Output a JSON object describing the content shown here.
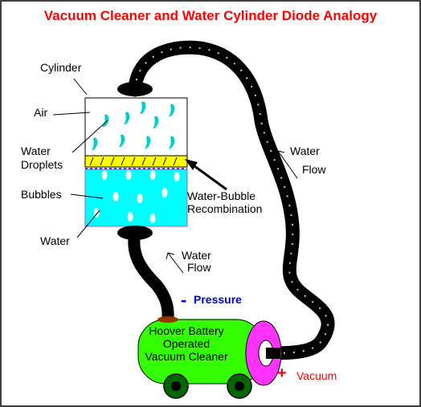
{
  "title": "Vacuum Cleaner and Water Cylinder Diode Analogy",
  "labels": {
    "cylinder": "Cylinder",
    "air": "Air",
    "water_droplets_1": "Water",
    "water_droplets_2": "Droplets",
    "bubbles": "Bubbles",
    "water": "Water",
    "recombination_1": "Water-Bubble",
    "recombination_2": "Recombination",
    "flow_right_1": "Water",
    "flow_right_2": "Flow",
    "flow_left_1": "Water",
    "flow_left_2": "Flow",
    "pressure_sign": "-",
    "pressure": "Pressure",
    "vacuum_sign": "+",
    "vacuum": "Vacuum",
    "cleaner_1": "Hoover Battery",
    "cleaner_2": "Operated",
    "cleaner_3": "Vacuum Cleaner"
  },
  "colors": {
    "title": "#ff0000",
    "water": "#00ffff",
    "droplet": "#00cccc",
    "junction": "#ffff00",
    "cleaner_body": "#33ff00",
    "cleaner_end": "#ff33ff",
    "wheel": "#006600",
    "pressure": "#0000cc",
    "vacuum": "#ff0000",
    "nozzle": "#993300"
  }
}
